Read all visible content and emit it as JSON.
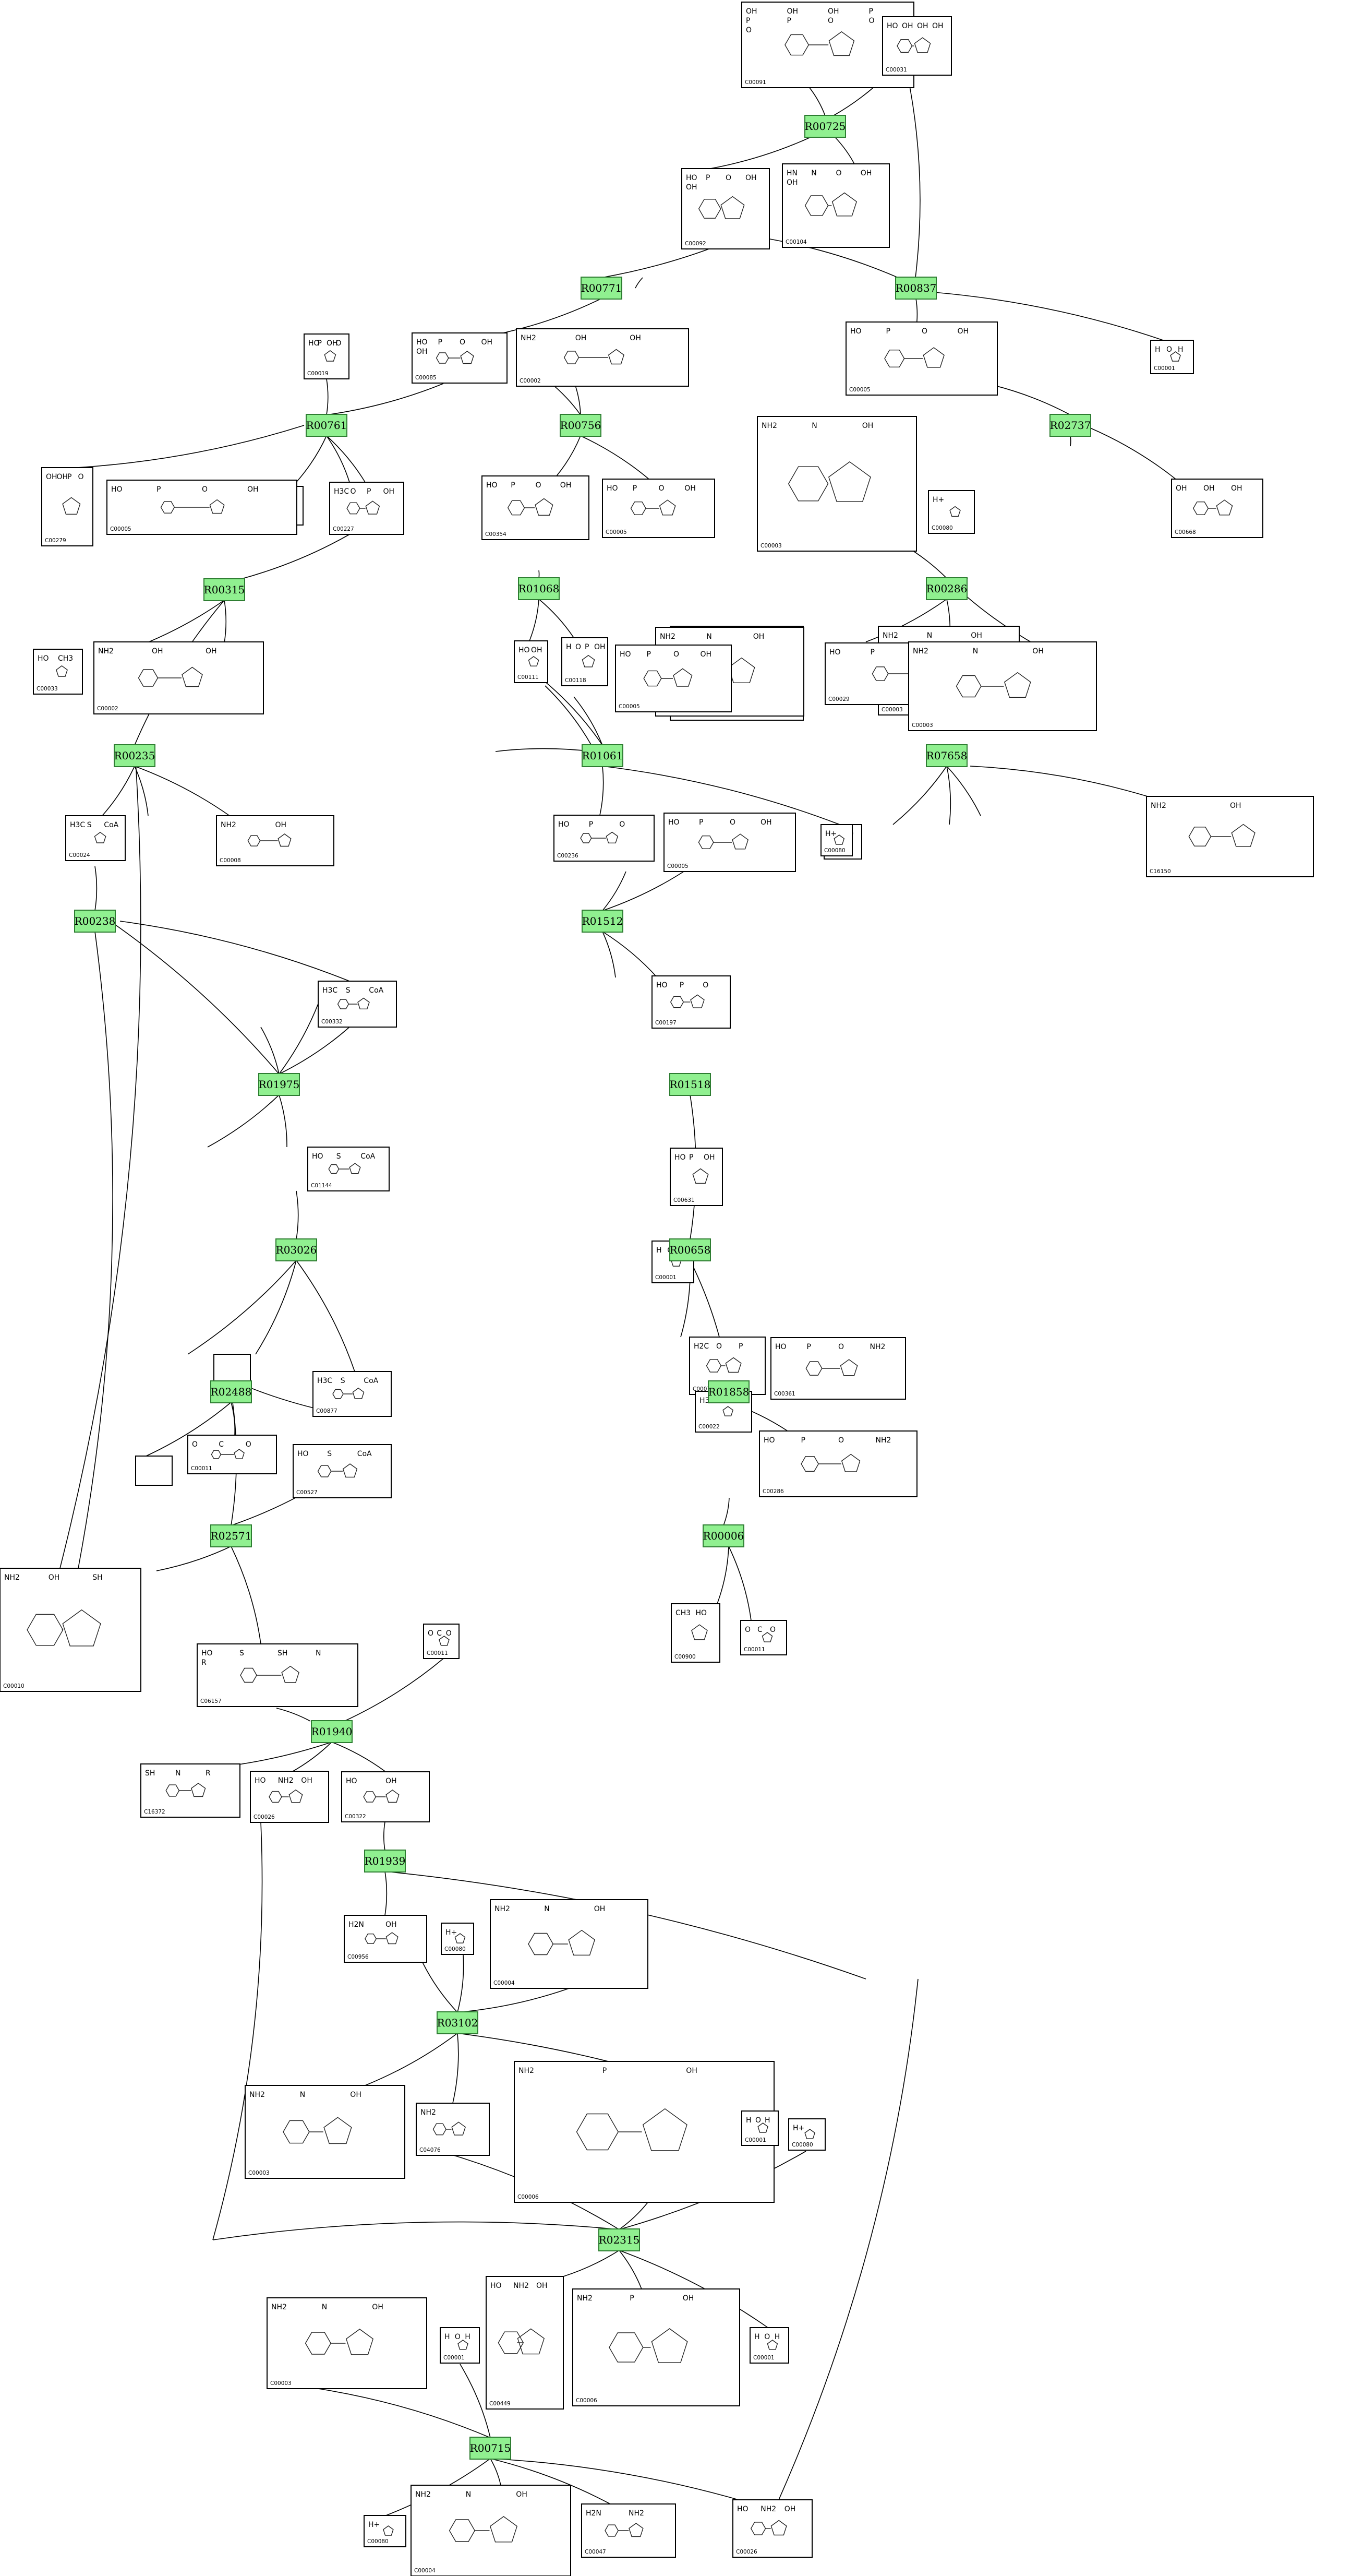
{
  "diagram": {
    "colors": {
      "reaction_fill": "#90f090",
      "reaction_stroke": "#2e7d32",
      "compound_stroke": "#000000",
      "edge": "#000000"
    },
    "reactions": [
      {
        "id": "R00725"
      },
      {
        "id": "R00771"
      },
      {
        "id": "R00837"
      },
      {
        "id": "R00761"
      },
      {
        "id": "R00756"
      },
      {
        "id": "R02737"
      },
      {
        "id": "R01068"
      },
      {
        "id": "R00286"
      },
      {
        "id": "R00315"
      },
      {
        "id": "R00235"
      },
      {
        "id": "R01061"
      },
      {
        "id": "R07658"
      },
      {
        "id": "R00238"
      },
      {
        "id": "R01512"
      },
      {
        "id": "R01975"
      },
      {
        "id": "R01518"
      },
      {
        "id": "R03026"
      },
      {
        "id": "R00658"
      },
      {
        "id": "R02488"
      },
      {
        "id": "R01858"
      },
      {
        "id": "R02571"
      },
      {
        "id": "R00006"
      },
      {
        "id": "R01940"
      },
      {
        "id": "R01939"
      },
      {
        "id": "R03102"
      },
      {
        "id": "R02315"
      },
      {
        "id": "R00715"
      }
    ],
    "compounds": [
      {
        "id": "C00091",
        "symbols": "OH OH OH P P P O O O"
      },
      {
        "id": "C00031",
        "symbols": "HO OH OH OH"
      },
      {
        "id": "C00092",
        "symbols": "HO P O OH OH"
      },
      {
        "id": "C00104",
        "symbols": "HN N O OH OH"
      },
      {
        "id": "C00085",
        "symbols": "HO P O OH OH"
      },
      {
        "id": "C00002",
        "symbols": "NH2 OH OH"
      },
      {
        "id": "C00019",
        "symbols": "HO P OH O"
      },
      {
        "id": "C00001",
        "symbols": "H O H"
      },
      {
        "id": "C00015",
        "symbols": "HO P O OH"
      },
      {
        "id": "C00089",
        "symbols": "HO OH OH"
      },
      {
        "id": "C00279",
        "symbols": "OH OH P O"
      },
      {
        "id": "C00005",
        "symbols": "HO P O OH"
      },
      {
        "id": "C00227",
        "symbols": "H3C O P OH"
      },
      {
        "id": "C00354",
        "symbols": "HO P O OH"
      },
      {
        "id": "C00029",
        "symbols": "HO P O OH"
      },
      {
        "id": "C00668",
        "symbols": "OH OH OH"
      },
      {
        "id": "C00003",
        "symbols": "NH2 N OH"
      },
      {
        "id": "C00080",
        "symbols": "H+"
      },
      {
        "id": "C00033",
        "symbols": "HO CH3"
      },
      {
        "id": "C00111",
        "symbols": "HO OH"
      },
      {
        "id": "C00118",
        "symbols": "H O P OH"
      },
      {
        "id": "C00167",
        "symbols": "HO O OH"
      },
      {
        "id": "C00004",
        "symbols": "NH2 N OH"
      },
      {
        "id": "C00008",
        "symbols": "NH2 OH"
      },
      {
        "id": "C00020",
        "symbols": "NH2 N OH"
      },
      {
        "id": "C00013",
        "symbols": "HO P OH"
      },
      {
        "id": "C00024",
        "symbols": "H3C S CoA"
      },
      {
        "id": "C00011",
        "symbols": "O C O"
      },
      {
        "id": "C16150",
        "symbols": "NH2 OH"
      },
      {
        "id": "C00236",
        "symbols": "HO P O"
      },
      {
        "id": "C00332",
        "symbols": "H3C S CoA"
      },
      {
        "id": "C00197",
        "symbols": "HO P O"
      },
      {
        "id": "C01144",
        "symbols": "HO S CoA"
      },
      {
        "id": "C00631",
        "symbols": "HO P OH"
      },
      {
        "id": "C00877",
        "symbols": "H3C S CoA"
      },
      {
        "id": "C00074",
        "symbols": "H2C O P"
      },
      {
        "id": "C00361",
        "symbols": "HO P O NH2"
      },
      {
        "id": "C00022",
        "symbols": "H3C O"
      },
      {
        "id": "C00286",
        "symbols": "HO P O NH2"
      },
      {
        "id": "C00527",
        "symbols": "HO S CoA"
      },
      {
        "id": "C16372",
        "symbols": "SH N R"
      },
      {
        "id": "C00010",
        "symbols": "NH2 OH SH"
      },
      {
        "id": "C00900",
        "symbols": "CH3 HO"
      },
      {
        "id": "C06157",
        "symbols": "HO S SH N R"
      },
      {
        "id": "C16372",
        "symbols": "S N R"
      },
      {
        "id": "C00026",
        "symbols": "HO NH2 OH"
      },
      {
        "id": "C00322",
        "symbols": "HO OH"
      },
      {
        "id": "C00956",
        "symbols": "H2N OH"
      },
      {
        "id": "C04076",
        "symbols": "NH2"
      },
      {
        "id": "C00006",
        "symbols": "NH2 P OH"
      },
      {
        "id": "C00449",
        "symbols": "HO NH2 OH"
      },
      {
        "id": "C00047",
        "symbols": "H2N NH2"
      }
    ]
  }
}
